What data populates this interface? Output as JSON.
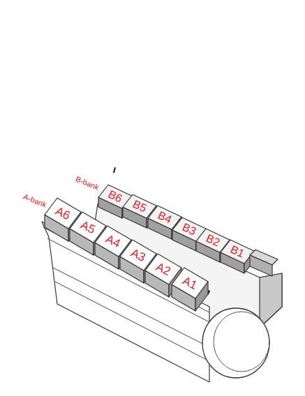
{
  "diagram": {
    "labels": [
      "B-bank",
      "A-bank",
      "B6",
      "B5",
      "B4",
      "B3",
      "B2",
      "B1",
      "A6",
      "A5",
      "A4",
      "A3",
      "A2",
      "A1"
    ]
  }
}
